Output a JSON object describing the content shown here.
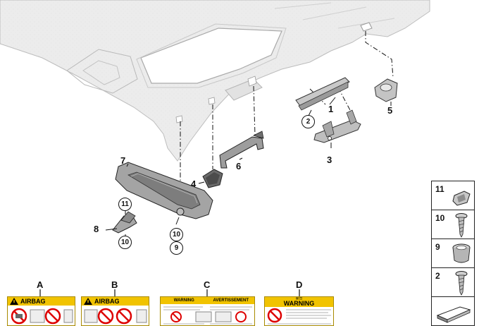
{
  "callouts": {
    "n1": "1",
    "n2": "2",
    "n3": "3",
    "n4": "4",
    "n5": "5",
    "n6": "6",
    "n7": "7",
    "n8": "8",
    "n9": "9",
    "n10a": "10",
    "n10b": "10",
    "n11": "11"
  },
  "parts_panel": {
    "items": [
      {
        "id": "11",
        "icon": "clip-nut-icon"
      },
      {
        "id": "10",
        "icon": "screw-icon"
      },
      {
        "id": "9",
        "icon": "grommet-icon"
      },
      {
        "id": "2",
        "icon": "screw-icon"
      }
    ],
    "footer_icon": "orientation-arrow-icon"
  },
  "labels": [
    {
      "letter": "A",
      "header": "AIRBAG"
    },
    {
      "letter": "B",
      "header": "AIRBAG"
    },
    {
      "letter": "C",
      "header_left": "WARNING",
      "header_right": "AVERTISSEMENT"
    },
    {
      "letter": "D",
      "header_top": "警告",
      "header": "WARNING"
    }
  ],
  "colors": {
    "headliner": "#ececec",
    "part": "#b9b9b9",
    "label_yellow": "#f1c300",
    "outline": "#222222"
  }
}
